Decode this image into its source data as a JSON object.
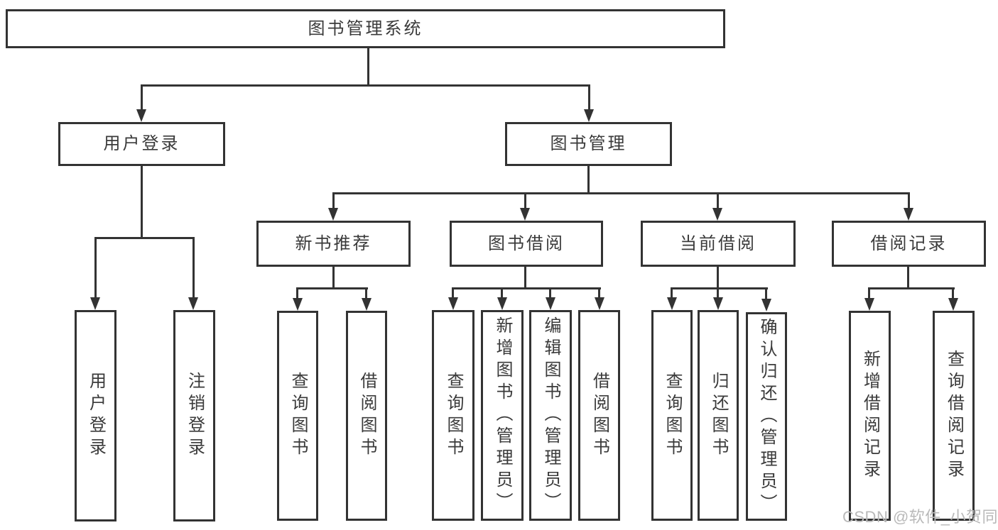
{
  "diagram": {
    "title": "图书管理系统",
    "tree": {
      "label": "图书管理系统",
      "children": [
        {
          "label": "用户登录",
          "children": [
            {
              "label": "用户登录"
            },
            {
              "label": "注销登录"
            }
          ]
        },
        {
          "label": "图书管理",
          "children": [
            {
              "label": "新书推荐",
              "children": [
                {
                  "label": "查询图书"
                },
                {
                  "label": "借阅图书"
                }
              ]
            },
            {
              "label": "图书借阅",
              "children": [
                {
                  "label": "查询图书"
                },
                {
                  "label": "新增图书（管理员）"
                },
                {
                  "label": "编辑图书（管理员）"
                },
                {
                  "label": "借阅图书"
                }
              ]
            },
            {
              "label": "当前借阅",
              "children": [
                {
                  "label": "查询图书"
                },
                {
                  "label": "归还图书"
                },
                {
                  "label": "确认归还（管理员）"
                }
              ]
            },
            {
              "label": "借阅记录",
              "children": [
                {
                  "label": "新增借阅记录"
                },
                {
                  "label": "查询借阅记录"
                }
              ]
            }
          ]
        }
      ]
    }
  },
  "watermark": {
    "text": "CSDN @软件_小贺同学"
  },
  "colors": {
    "line": "#333333",
    "text": "#3a3a3a",
    "background": "#ffffff",
    "watermark": "#b9b9b9"
  }
}
